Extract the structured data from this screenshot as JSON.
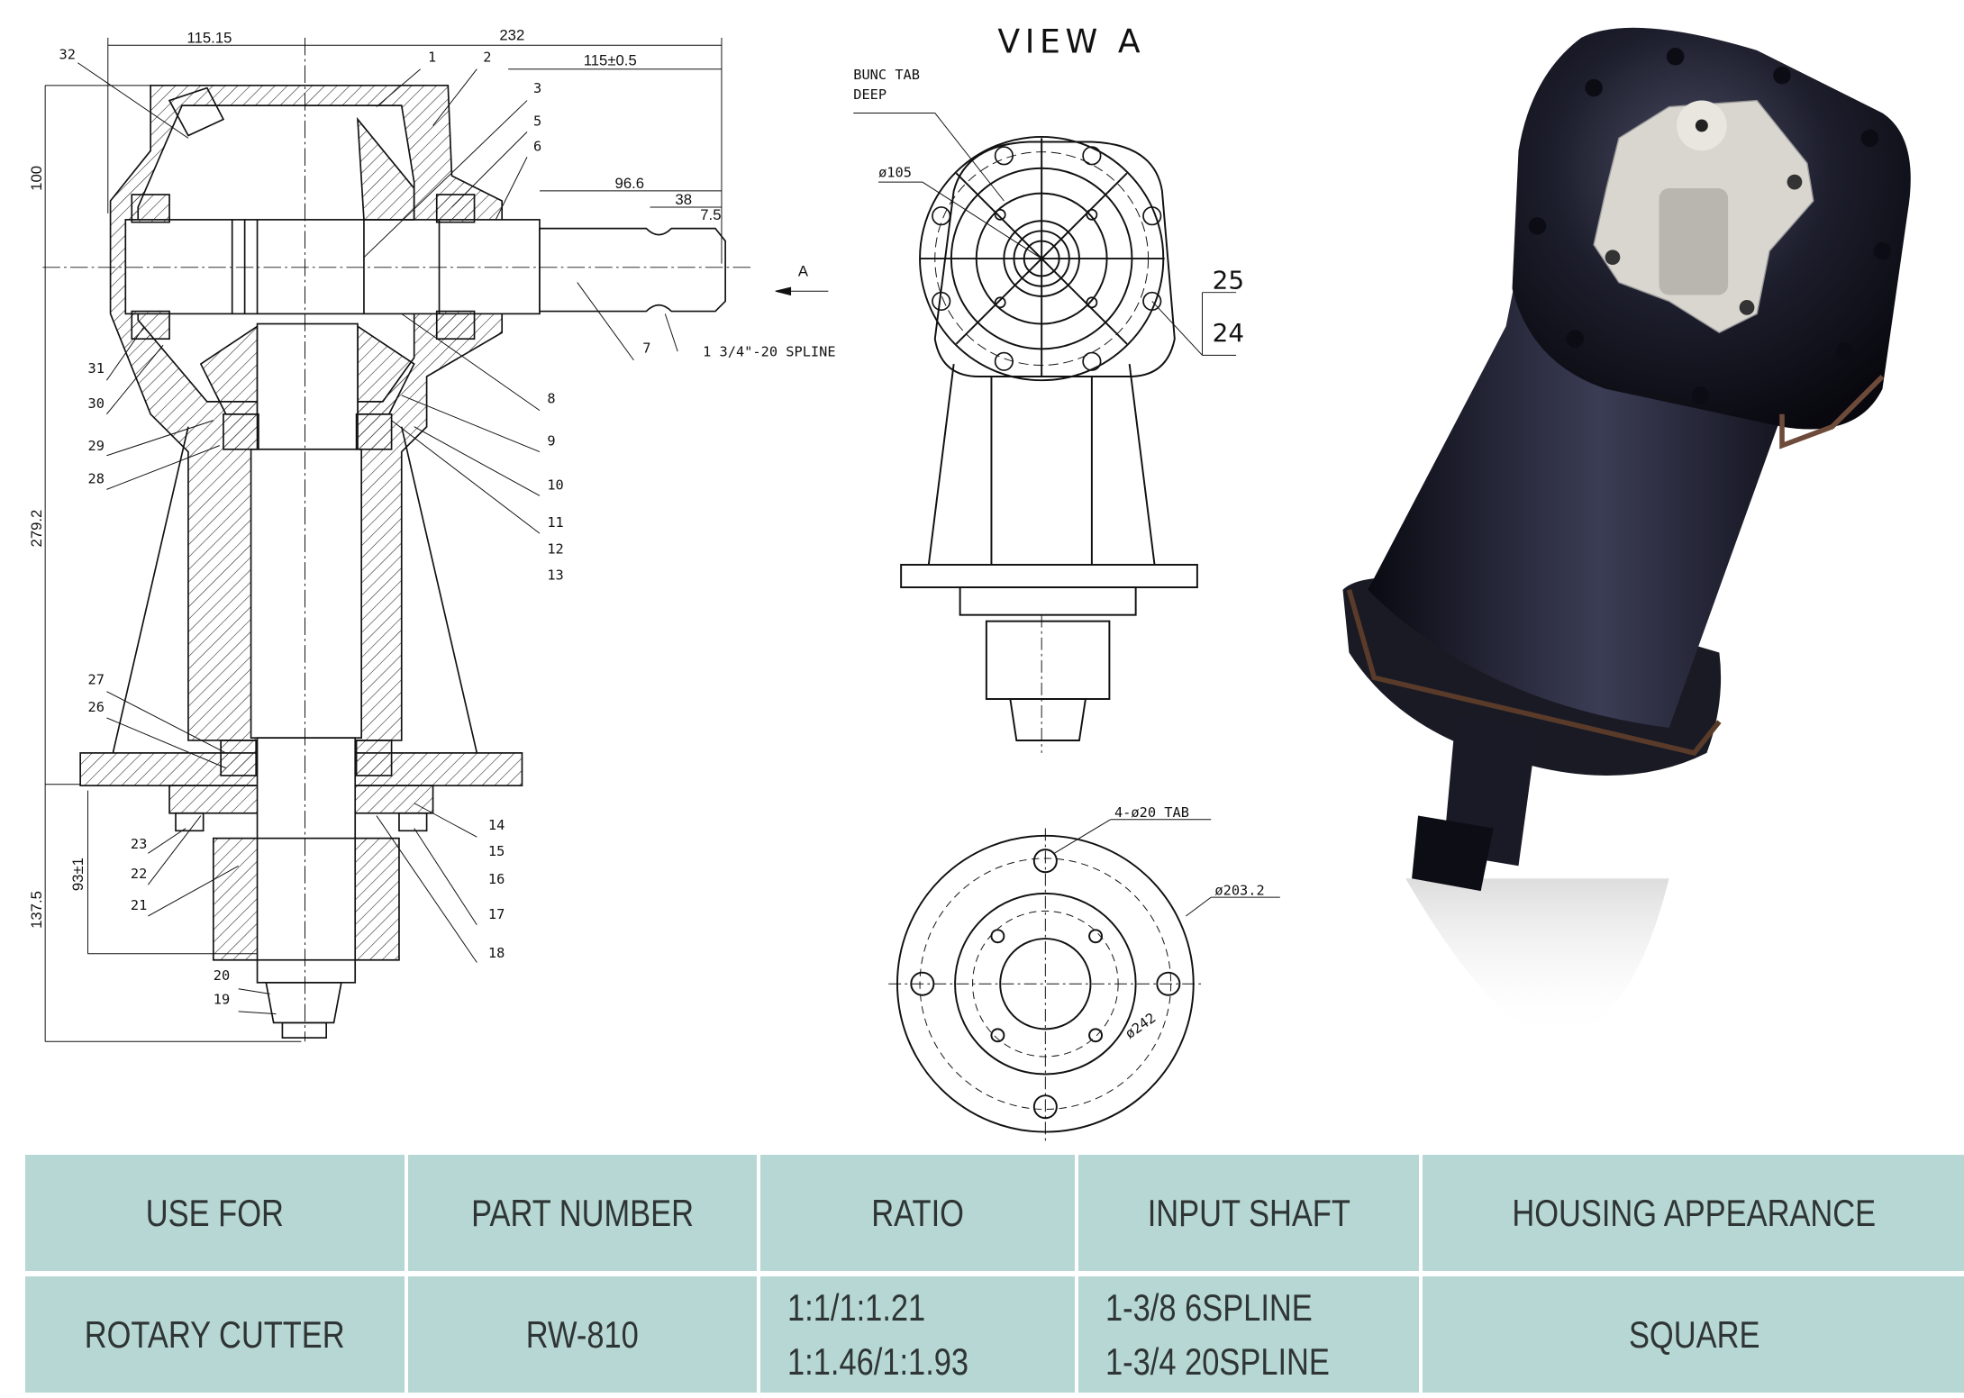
{
  "section_view": {
    "part_labels": [
      "1",
      "2",
      "3",
      "5",
      "6",
      "7",
      "8",
      "9",
      "10",
      "11",
      "12",
      "13",
      "14",
      "15",
      "16",
      "17",
      "18",
      "19",
      "20",
      "21",
      "22",
      "23",
      "26",
      "27",
      "28",
      "29",
      "30",
      "31",
      "32"
    ],
    "dimensions": {
      "d1": "115.15",
      "d2": "232",
      "d3": "115±0.5",
      "d4": "96.6",
      "d5": "38",
      "d6": "7.5",
      "d7": "100",
      "d8": "279.2",
      "d9": "93±1",
      "d10": "137.5"
    },
    "arrow_label": "A",
    "spline_note": "1 3/4\"-20 SPLINE"
  },
  "view_a": {
    "title": "VIEW  A",
    "note_line1": "BUNC TAB",
    "note_line2": "DEEP",
    "dia_105": "ø105",
    "label_25": "25",
    "label_24": "24"
  },
  "bottom_view": {
    "tab_note": "4-ø20 TAB",
    "dia_203": "ø203.2",
    "dia_242": "ø242"
  },
  "spec_table": {
    "headers": [
      "USE FOR",
      "PART NUMBER",
      "RATIO",
      "INPUT SHAFT",
      "HOUSING APPEARANCE"
    ],
    "row": {
      "use_for": "ROTARY CUTTER",
      "part_number": "RW-810",
      "ratio_line1": "1:1/1:1.21",
      "ratio_line2": "1:1.46/1:1.93",
      "input_shaft_line1": "1-3/8 6SPLINE",
      "input_shaft_line2": "1-3/4 20SPLINE",
      "housing_appearance": "SQUARE"
    }
  },
  "colors": {
    "table_bg": "#b6d7d3",
    "table_text": "#2f3535",
    "gearbox": "#1b1c2a"
  }
}
